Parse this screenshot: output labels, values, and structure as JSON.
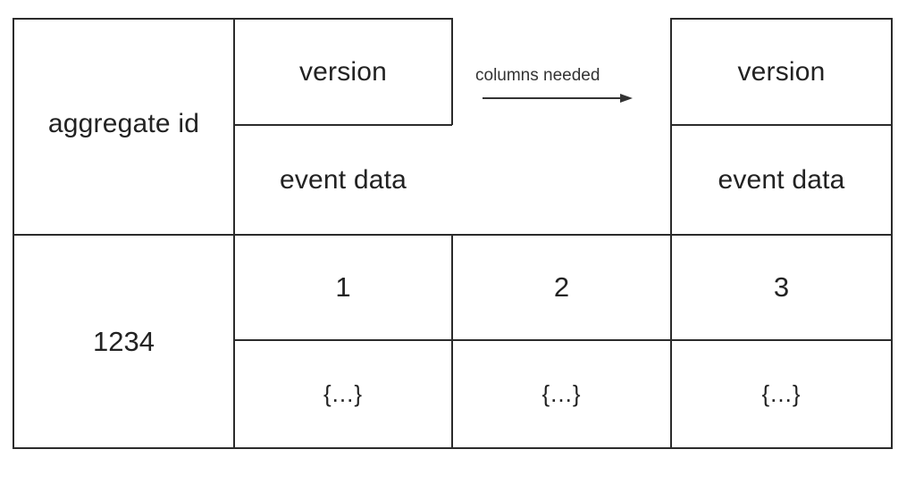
{
  "header": {
    "aggregate_id_label": "aggregate id",
    "current_version_label": "version",
    "current_event_data_label": "event data",
    "arrow_caption": "columns needed",
    "next_version_label": "version",
    "next_event_data_label": "event data"
  },
  "row": {
    "aggregate_id_value": "1234",
    "versions": [
      "1",
      "2",
      "3"
    ],
    "event_data": [
      "{...}",
      "{...}",
      "{...}"
    ]
  }
}
